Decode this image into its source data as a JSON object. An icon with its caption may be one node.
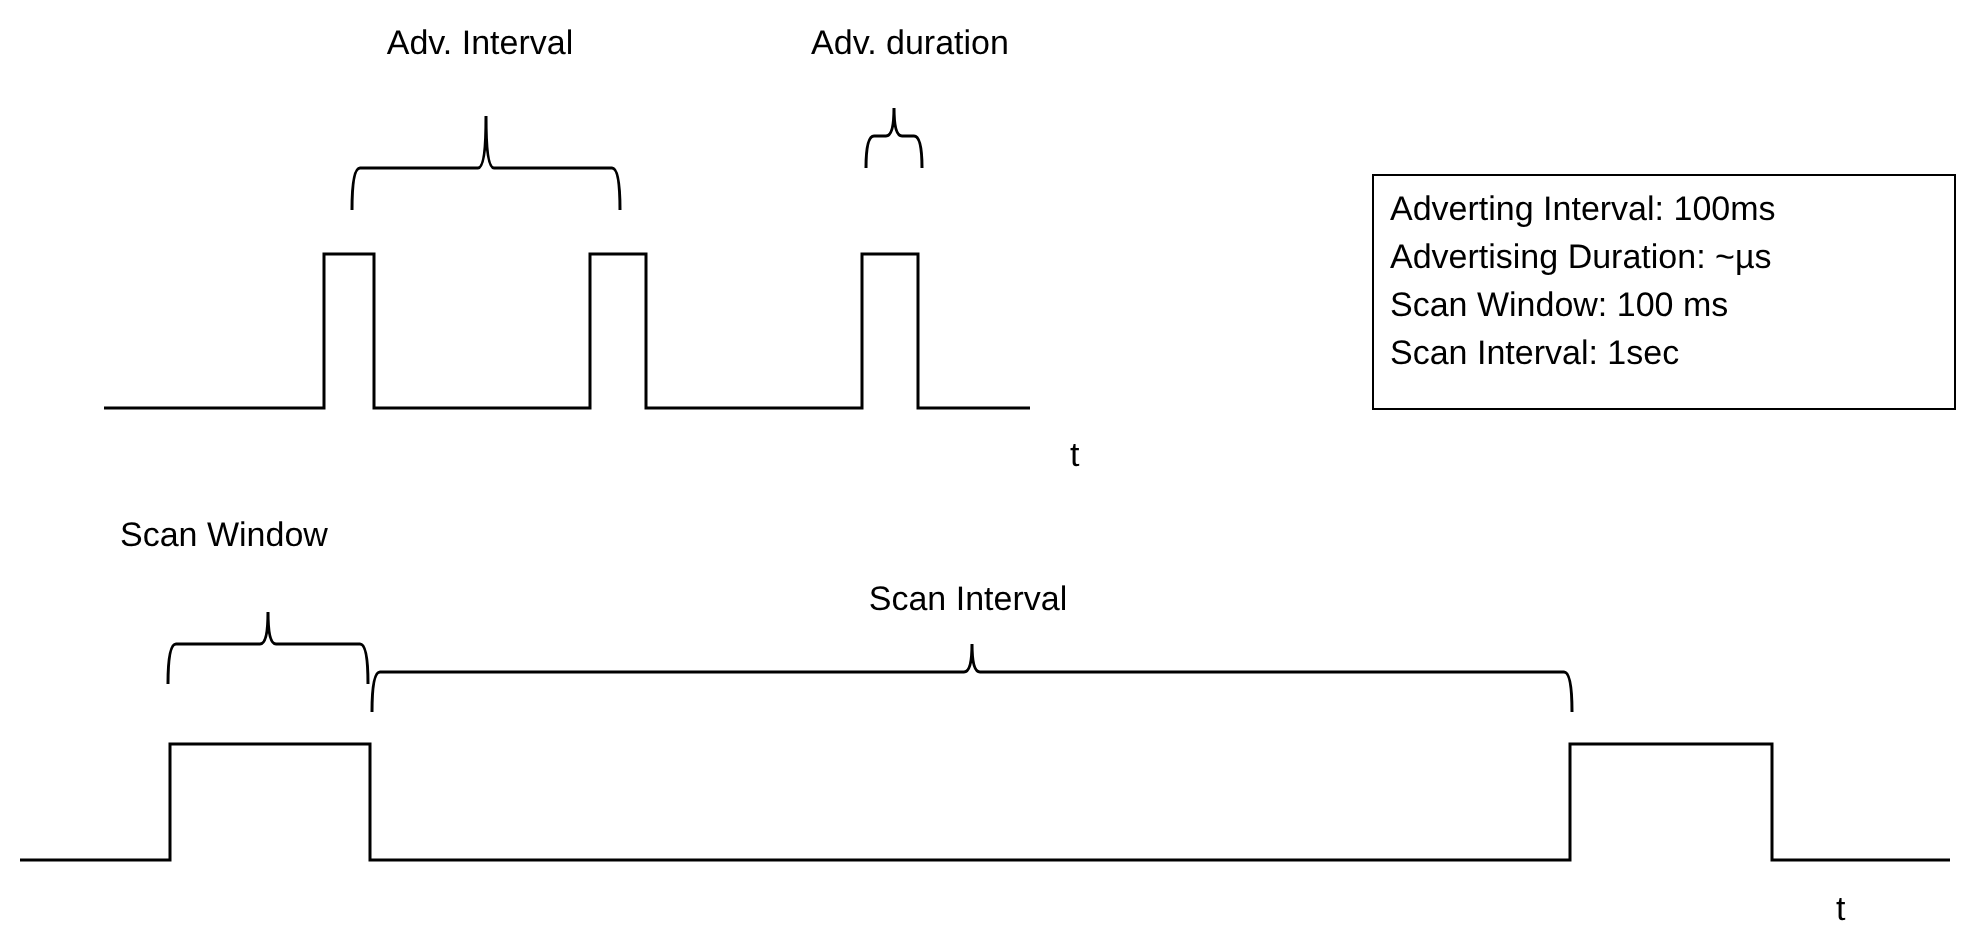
{
  "diagram": {
    "nodes": [
      {
        "text": [
          "Adverting Interval: 100ms",
          "Advertising Duration: ~µs",
          "Scan Window: 100 ms",
          "Scan Interval: 1sec"
        ]
      }
    ],
    "labels": [
      "Adv. Interval",
      "Adv. duration",
      "t",
      "Scan Window",
      "Scan Interval",
      "t"
    ]
  }
}
